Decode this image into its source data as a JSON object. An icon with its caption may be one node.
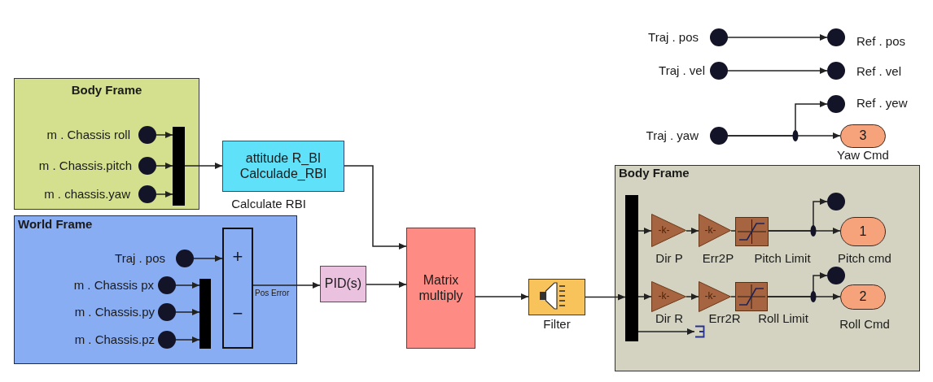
{
  "diagram": {
    "nodes": [
      {
        "text": [
          "Body Frame"
        ]
      },
      {
        "text": [],
        "shape": "circle",
        "in": 0,
        "beside": [
          "m . Chassis roll"
        ]
      },
      {
        "text": [],
        "shape": "circle",
        "in": 0,
        "beside": [
          "m . Chassis.pitch"
        ]
      },
      {
        "text": [],
        "shape": "circle",
        "in": 0,
        "beside": [
          "m . chassis.yaw"
        ]
      },
      {
        "text": [],
        "shape": "bar",
        "in": 0
      },
      {
        "text": [
          "attitude R_BI Calculade_RBI"
        ],
        "beside": [
          "Calculate RBI"
        ]
      },
      {
        "text": [
          "World Frame"
        ]
      },
      {
        "text": [],
        "shape": "circle",
        "in": 6,
        "beside": [
          "Traj . pos"
        ]
      },
      {
        "text": [],
        "shape": "circle",
        "in": 6,
        "beside": [
          "m . Chassis px"
        ]
      },
      {
        "text": [],
        "shape": "circle",
        "in": 6,
        "beside": [
          "m . Chassis.py"
        ]
      },
      {
        "text": [],
        "shape": "circle",
        "in": 6,
        "beside": [
          "m . Chassis.pz"
        ]
      },
      {
        "text": [],
        "shape": "bar",
        "in": 6
      },
      {
        "text": [
          "+",
          "−"
        ],
        "in": 6
      },
      {
        "text": [
          "PID(s)"
        ]
      },
      {
        "text": [
          "Matrix multiply"
        ]
      },
      {
        "text": [],
        "shape": "box",
        "beside": [
          "Filter"
        ]
      },
      {
        "text": [],
        "shape": "circle",
        "beside": [
          "Traj . pos"
        ]
      },
      {
        "text": [],
        "shape": "circle",
        "beside": [
          "Ref . pos"
        ]
      },
      {
        "text": [],
        "shape": "circle",
        "beside": [
          "Traj . vel"
        ]
      },
      {
        "text": [],
        "shape": "circle",
        "beside": [
          "Ref . vel"
        ]
      },
      {
        "text": [],
        "shape": "circle",
        "beside": [
          "Ref . yew"
        ]
      },
      {
        "text": [],
        "shape": "circle",
        "beside": [
          "Traj . yaw"
        ]
      },
      {
        "text": [
          "3"
        ],
        "beside": [
          "Yaw Cmd"
        ]
      },
      {
        "text": [
          "Body Frame"
        ]
      },
      {
        "text": [],
        "shape": "bar",
        "in": 23
      },
      {
        "text": [
          "-k-"
        ],
        "in": 23,
        "beside": [
          "Dir P"
        ]
      },
      {
        "text": [
          "-k-"
        ],
        "in": 23,
        "beside": [
          "Err2P"
        ]
      },
      {
        "text": [],
        "shape": "box",
        "in": 23,
        "beside": [
          "Pitch Limit"
        ]
      },
      {
        "text": [],
        "shape": "circle",
        "in": 23
      },
      {
        "text": [
          "1"
        ],
        "in": 23,
        "beside": [
          "Pitch cmd"
        ]
      },
      {
        "text": [
          "-k-"
        ],
        "in": 23,
        "beside": [
          "Dir R"
        ]
      },
      {
        "text": [
          "-k-"
        ],
        "in": 23,
        "beside": [
          "Err2R"
        ]
      },
      {
        "text": [],
        "shape": "box",
        "in": 23,
        "beside": [
          "Roll Limit"
        ]
      },
      {
        "text": [],
        "shape": "circle",
        "in": 23
      },
      {
        "text": [
          "2"
        ],
        "in": 23,
        "beside": [
          "Roll Cmd"
        ]
      },
      {
        "text": [],
        "shape": "bracket",
        "in": 23
      }
    ],
    "edges": [
      {
        "from": 1,
        "to": 4,
        "arrow": "to"
      },
      {
        "from": 2,
        "to": 4,
        "arrow": "to"
      },
      {
        "from": 3,
        "to": 4,
        "arrow": "to"
      },
      {
        "from": 4,
        "to": 5,
        "arrow": "to"
      },
      {
        "from": 5,
        "to": 14,
        "arrow": "to"
      },
      {
        "from": 7,
        "to": 12,
        "arrow": "to"
      },
      {
        "from": 8,
        "to": 11,
        "arrow": "to"
      },
      {
        "from": 9,
        "to": 11,
        "arrow": "to"
      },
      {
        "from": 10,
        "to": 11,
        "arrow": "to"
      },
      {
        "from": 12,
        "to": 13,
        "arrow": "to",
        "label": "Pos Error"
      },
      {
        "from": 13,
        "to": 14,
        "arrow": "to"
      },
      {
        "from": 14,
        "to": 15,
        "arrow": "to"
      },
      {
        "from": 15,
        "to": 24,
        "arrow": "to"
      },
      {
        "from": 16,
        "to": 17,
        "arrow": "to"
      },
      {
        "from": 18,
        "to": 19,
        "arrow": "to"
      },
      {
        "from": 21,
        "to": 20,
        "arrow": "to"
      },
      {
        "from": 21,
        "to": 22,
        "arrow": "to"
      },
      {
        "from": 24,
        "to": 25,
        "arrow": "to"
      },
      {
        "from": 25,
        "to": 26,
        "arrow": "to"
      },
      {
        "from": 26,
        "to": 27,
        "arrow": "none"
      },
      {
        "from": 27,
        "to": 28,
        "arrow": "to"
      },
      {
        "from": 27,
        "to": 29,
        "arrow": "to"
      },
      {
        "from": 24,
        "to": 30,
        "arrow": "to"
      },
      {
        "from": 30,
        "to": 31,
        "arrow": "to"
      },
      {
        "from": 31,
        "to": 32,
        "arrow": "none"
      },
      {
        "from": 32,
        "to": 33,
        "arrow": "to"
      },
      {
        "from": 32,
        "to": 34,
        "arrow": "to"
      },
      {
        "from": 24,
        "to": 35,
        "arrow": "to"
      }
    ]
  }
}
